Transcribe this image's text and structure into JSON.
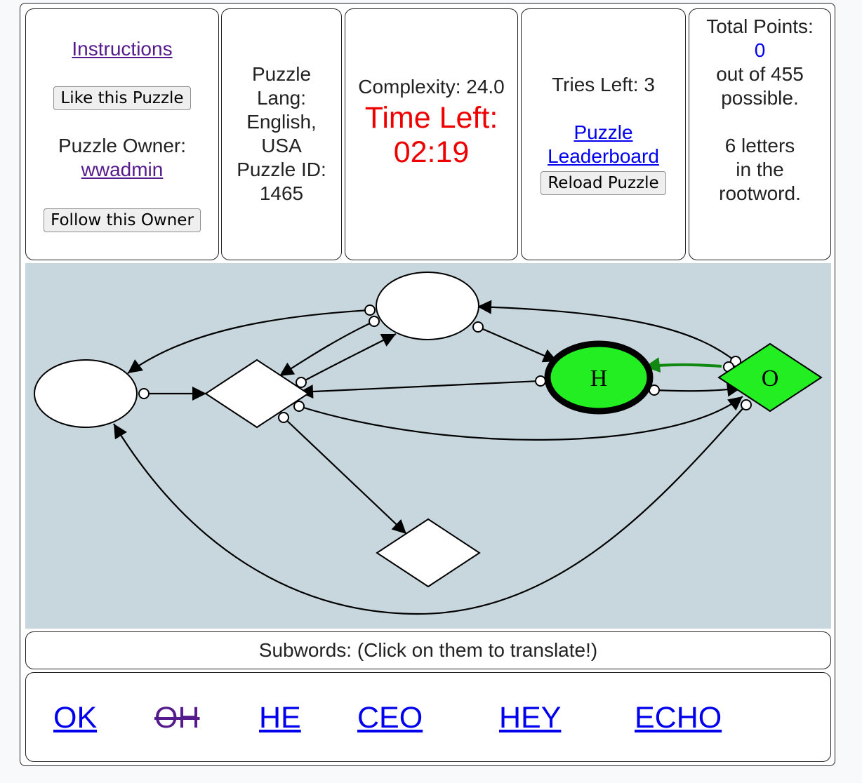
{
  "panel1": {
    "instructions_link": "Instructions",
    "like_button": "Like this Puzzle",
    "owner_label": "Puzzle Owner:",
    "owner_name": "wwadmin",
    "follow_button": "Follow this Owner"
  },
  "panel2": {
    "line1": "Puzzle",
    "line2": "Lang:",
    "line3": "English,",
    "line4": "USA",
    "line5": "Puzzle ID:",
    "line6": "1465"
  },
  "panel3": {
    "complexity": "Complexity: 24.0",
    "time_label": "Time Left:",
    "time_value": "02:19"
  },
  "panel4": {
    "tries": "Tries Left: 3",
    "leaderboard_line1": "Puzzle",
    "leaderboard_line2": "Leaderboard",
    "reload_button": "Reload Puzzle"
  },
  "panel5": {
    "total_label": "Total Points:",
    "points": "0",
    "out_of": "out of 455",
    "possible": "possible.",
    "letters_line1": "6 letters",
    "letters_line2": "in the",
    "letters_line3": "rootword."
  },
  "graph": {
    "node_h_letter": "H",
    "node_o_letter": "O",
    "colors": {
      "background": "#c8d7de",
      "found_node": "#22ee22",
      "found_edge": "#118811"
    }
  },
  "subwords": {
    "header": "Subwords: (Click on them to translate!)",
    "words": [
      "OK",
      "OH",
      "HE",
      "CEO",
      "HEY",
      "ECHO"
    ],
    "struck_word": "OH"
  }
}
